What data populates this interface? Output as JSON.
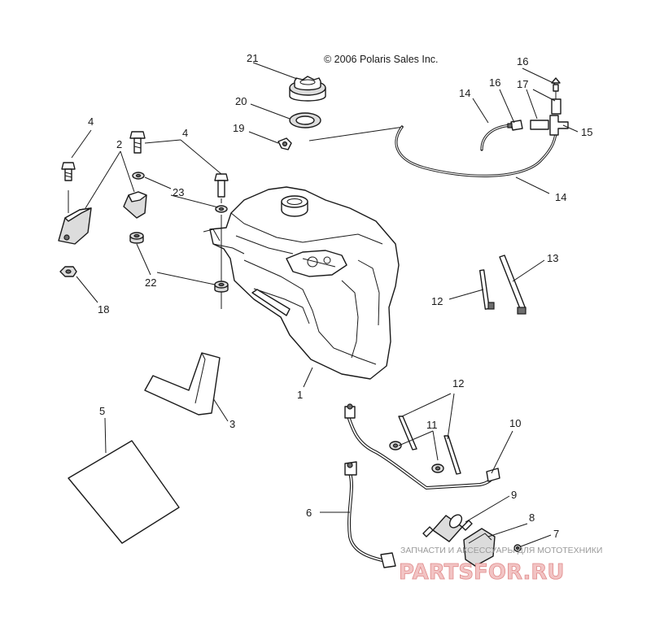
{
  "copyright": "© 2006 Polaris Sales Inc.",
  "watermark": {
    "tagline": "ЗАПЧАСТИ И АКСЕССУАРЫ ДЛЯ МОТОТЕХНИКИ",
    "logo": "PARTSFOR.RU"
  },
  "callouts": [
    {
      "id": "c1",
      "label": "1"
    },
    {
      "id": "c2",
      "label": "2"
    },
    {
      "id": "c3",
      "label": "3"
    },
    {
      "id": "c4a",
      "label": "4"
    },
    {
      "id": "c4b",
      "label": "4"
    },
    {
      "id": "c5",
      "label": "5"
    },
    {
      "id": "c6",
      "label": "6"
    },
    {
      "id": "c7",
      "label": "7"
    },
    {
      "id": "c8",
      "label": "8"
    },
    {
      "id": "c9",
      "label": "9"
    },
    {
      "id": "c10",
      "label": "10"
    },
    {
      "id": "c11",
      "label": "11"
    },
    {
      "id": "c12a",
      "label": "12"
    },
    {
      "id": "c12b",
      "label": "12"
    },
    {
      "id": "c13",
      "label": "13"
    },
    {
      "id": "c14a",
      "label": "14"
    },
    {
      "id": "c14b",
      "label": "14"
    },
    {
      "id": "c15",
      "label": "15"
    },
    {
      "id": "c16a",
      "label": "16"
    },
    {
      "id": "c16b",
      "label": "16"
    },
    {
      "id": "c17",
      "label": "17"
    },
    {
      "id": "c18",
      "label": "18"
    },
    {
      "id": "c19",
      "label": "19"
    },
    {
      "id": "c20",
      "label": "20"
    },
    {
      "id": "c21",
      "label": "21"
    },
    {
      "id": "c22",
      "label": "22"
    },
    {
      "id": "c23",
      "label": "23"
    }
  ]
}
